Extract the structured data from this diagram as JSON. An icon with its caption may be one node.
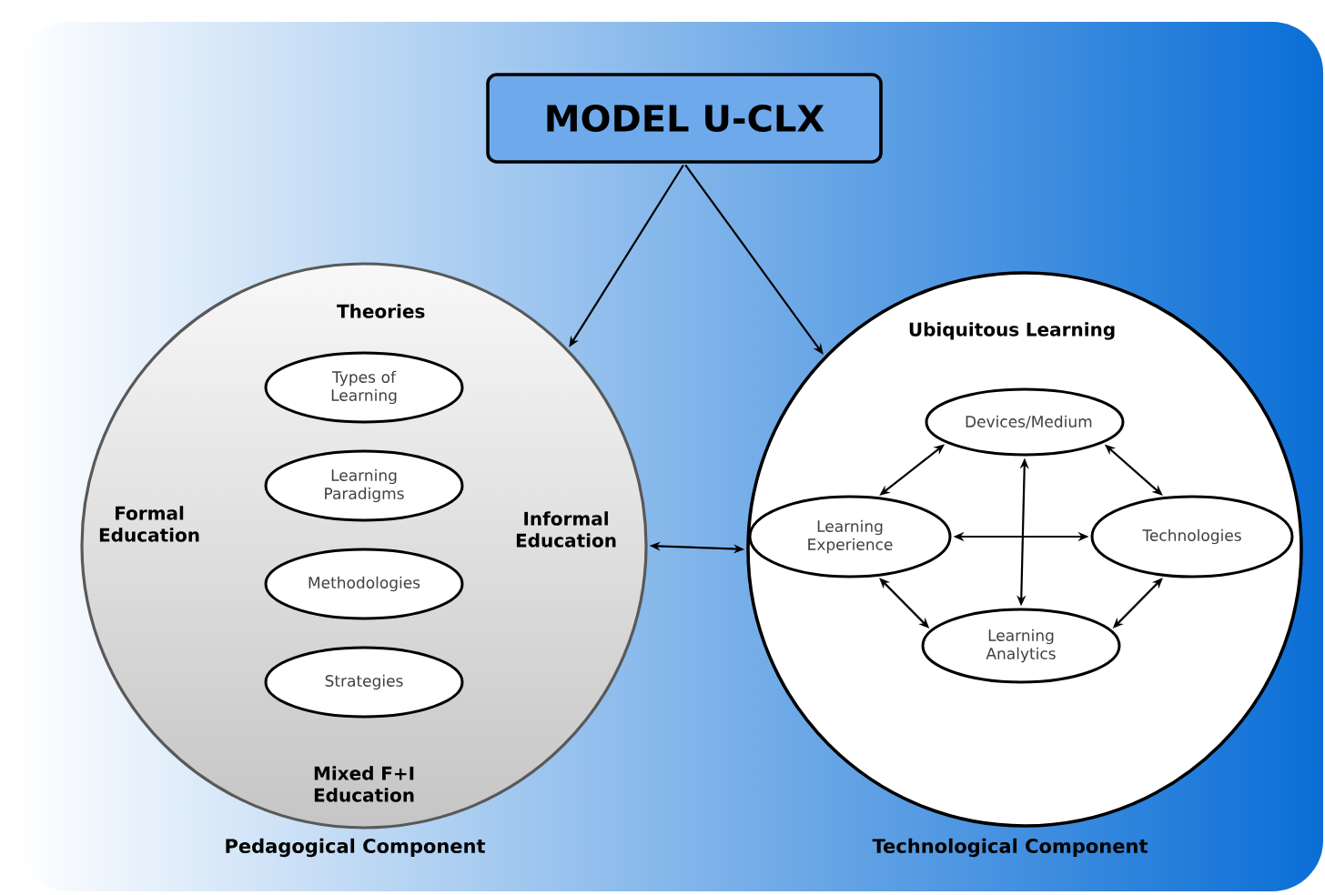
{
  "diagram": {
    "nodes": [
      {
        "text": [
          "MODEL U-CLX"
        ]
      },
      {
        "text": [
          "Theories",
          "Formal Education",
          "Informal Education",
          "Mixed F+I Education"
        ],
        "beside": [
          "Pedagogical Component"
        ]
      },
      {
        "text": [
          "Types of Learning"
        ],
        "in": 1
      },
      {
        "text": [
          "Learning Paradigms"
        ],
        "in": 1
      },
      {
        "text": [
          "Methodologies"
        ],
        "in": 1
      },
      {
        "text": [
          "Strategies"
        ],
        "in": 1
      },
      {
        "text": [
          "Ubiquitous Learning"
        ],
        "beside": [
          "Technological Component"
        ]
      },
      {
        "text": [
          "Devices/Medium"
        ],
        "in": 6
      },
      {
        "text": [
          "Learning Experience"
        ],
        "in": 6
      },
      {
        "text": [
          "Technologies"
        ],
        "in": 6
      },
      {
        "text": [
          "Learning Analytics"
        ],
        "in": 6
      }
    ],
    "edges": [
      {
        "from": 0,
        "to": 1,
        "arrow": "to"
      },
      {
        "from": 0,
        "to": 6,
        "arrow": "to"
      },
      {
        "from": 1,
        "to": 6,
        "arrow": "both"
      },
      {
        "from": 7,
        "to": 8,
        "arrow": "both"
      },
      {
        "from": 7,
        "to": 9,
        "arrow": "both"
      },
      {
        "from": 7,
        "to": 10,
        "arrow": "both"
      },
      {
        "from": 8,
        "to": 9,
        "arrow": "both"
      },
      {
        "from": 8,
        "to": 10,
        "arrow": "both"
      },
      {
        "from": 9,
        "to": 10,
        "arrow": "both"
      }
    ]
  }
}
